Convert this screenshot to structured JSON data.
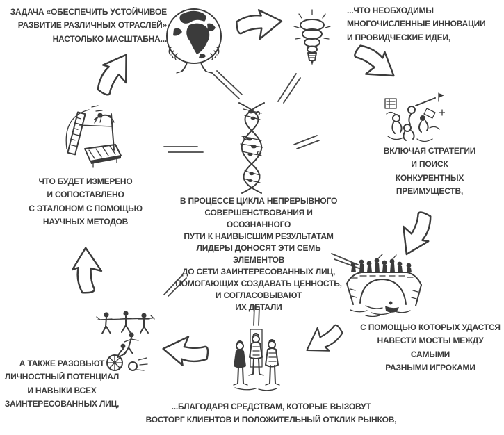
{
  "ink_color": "#3b3b3b",
  "background_color": "#ffffff",
  "center": {
    "illustration": "dna-helix-icon",
    "paragraph": "В ПРОЦЕССЕ ЦИКЛА НЕПРЕРЫВНОГО\nСОВЕРШЕНСТВОВАНИЯ И ОСОЗНАННОГО\nПУТИ К НАИВЫСШИМ РЕЗУЛЬТАТАМ\nЛИДЕРЫ ДОНОСЯТ ЭТИ СЕМЬ ЭЛЕМЕНТОВ\nДО СЕТИ ЗАИНТЕРЕСОВАННЫХ ЛИЦ,\nПОМОГАЮЩИХ СОЗДАВАТЬ ЦЕННОСТЬ,\nИ СОГЛАСОВЫВАЮТ\nИХ ДЕТАЛИ"
  },
  "nodes": [
    {
      "id": "task",
      "illustration": "globe-in-hands-icon",
      "text": "ЗАДАЧА «ОБЕСПЕЧИТЬ УСТОЙЧИВОЕ\nРАЗВИТИЕ РАЗЛИЧНЫХ ОТРАСЛЕЙ»\nНАСТОЛЬКО МАСШТАБНА..."
    },
    {
      "id": "innovation",
      "illustration": "lightbulb-icon",
      "text": "...ЧТО НЕОБХОДИМЫ\nМНОГОЧИСЛЕННЫЕ ИННОВАЦИИ\nИ ПРОВИДЧЕСКИЕ ИДЕИ,"
    },
    {
      "id": "strategy",
      "illustration": "explorers-group-icon",
      "text": "ВКЛЮЧАЯ СТРАТЕГИИ\nИ ПОИСК\nКОНКУРЕНТНЫХ\nПРЕИМУЩЕСТВ,"
    },
    {
      "id": "bridges",
      "illustration": "bridge-icon",
      "text": "С ПОМОЩЬЮ КОТОРЫХ УДАСТСЯ\nНАВЕСТИ МОСТЫ МЕЖДУ САМЫМИ\nРАЗНЫМИ ИГРОКАМИ"
    },
    {
      "id": "customers",
      "illustration": "customers-group-icon",
      "text": "...БЛАГОДАРЯ СРЕДСТВАМ, КОТОРЫЕ ВЫЗОВУТ\nВОСТОРГ КЛИЕНТОВ И ПОЛОЖИТЕЛЬНЫЙ ОТКЛИК РЫНКОВ,"
    },
    {
      "id": "skills",
      "illustration": "acrobats-icon",
      "text": "А ТАКЖЕ РАЗОВЬЮТ\nЛИЧНОСТНЫЙ ПОТЕНЦИАЛ\nИ НАВЫКИ ВСЕХ\nЗАИНТЕРЕСОВАННЫХ ЛИЦ,"
    },
    {
      "id": "measurement",
      "illustration": "high-jump-measure-icon",
      "text": "ЧТО БУДЕТ ИЗМЕРЕНО\nИ СОПОСТАВЛЕНО\nС ЭТАЛОНОМ С ПОМОЩЬЮ\nНАУЧНЫХ МЕТОДОВ"
    }
  ],
  "flow_arrows": [
    {
      "from": "measurement",
      "to": "task"
    },
    {
      "from": "task",
      "to": "innovation"
    },
    {
      "from": "innovation",
      "to": "strategy"
    },
    {
      "from": "strategy",
      "to": "bridges"
    },
    {
      "from": "bridges",
      "to": "customers"
    },
    {
      "from": "customers",
      "to": "skills"
    },
    {
      "from": "skills",
      "to": "measurement"
    }
  ],
  "center_links": [
    "task",
    "innovation",
    "strategy",
    "bridges",
    "customers",
    "skills",
    "measurement"
  ]
}
